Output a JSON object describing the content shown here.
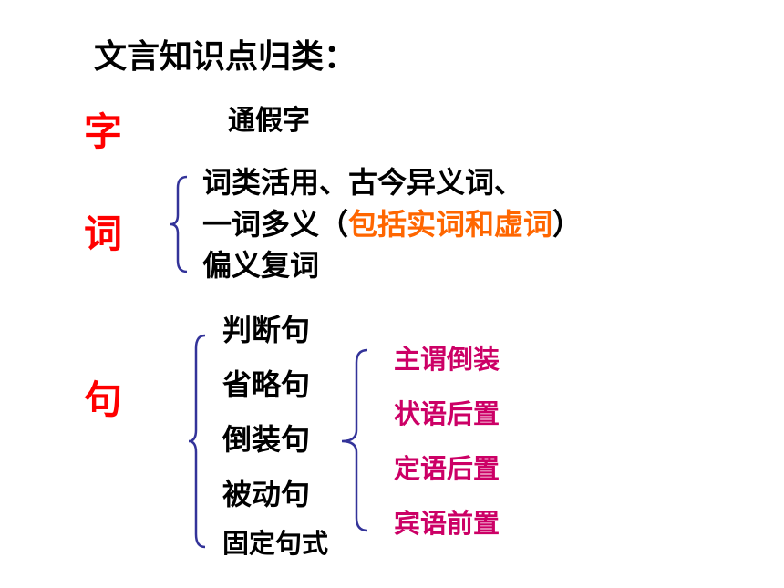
{
  "title": "文言知识点归类：",
  "colors": {
    "category": "#ff0000",
    "highlight": "#ff6600",
    "inversion": "#cc0066",
    "brace": "#333399",
    "text": "#000000"
  },
  "zi": {
    "label": "字",
    "items": [
      "通假字"
    ]
  },
  "ci": {
    "label": "词",
    "line1": "词类活用、古今异义词、",
    "line2_prefix": "一词多义（",
    "line2_highlight": "包括实词和虚词",
    "line2_suffix": "）",
    "line3": "偏义复词"
  },
  "ju": {
    "label": "句",
    "items": [
      "判断句",
      "省略句",
      "倒装句",
      "被动句",
      "固定句式"
    ],
    "inversion_types": [
      "主谓倒装",
      "状语后置",
      "定语后置",
      "宾语前置"
    ]
  }
}
